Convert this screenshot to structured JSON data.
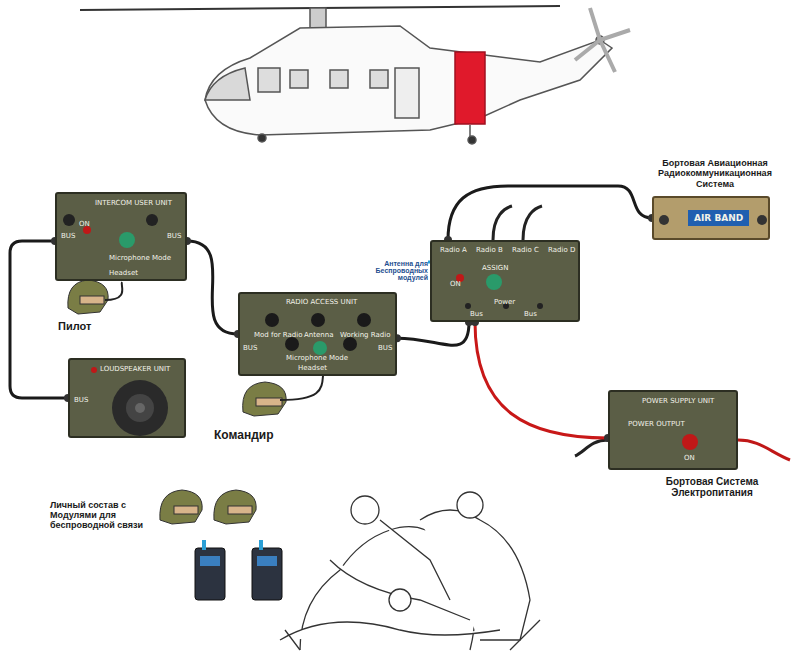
{
  "diagram": {
    "nodes": [
      {
        "text": [
          "INTERCOM USER UNIT",
          "ON",
          "Microphone Mode",
          "Headset",
          "BUS",
          "BUS"
        ]
      },
      {
        "text": [
          "LOUDSPEAKER UNIT",
          "BUS"
        ]
      },
      {
        "text": [
          "RADIO ACCESS UNIT",
          "Mod for Radio",
          "Antenna",
          "Working Radio",
          "Microphone Mode",
          "Headset",
          "BUS",
          "BUS"
        ]
      },
      {
        "text": [
          "Radio A",
          "Radio B",
          "Radio C",
          "Radio D",
          "ON",
          "ASSIGN",
          "Power",
          "Bus",
          "Bus"
        ]
      },
      {
        "text": [
          "POWER SUPPLY UNIT",
          "POWER OUTPUT",
          "ON"
        ]
      },
      {
        "text": [
          "Бортовая Авиационная Радиокоммуникационная Система",
          "AIR BAND"
        ]
      }
    ],
    "edges": [
      {
        "from": 0,
        "to": 2,
        "arrow": "none"
      },
      {
        "from": 0,
        "to": 1,
        "arrow": "none"
      },
      {
        "from": 2,
        "to": 3,
        "arrow": "none"
      },
      {
        "from": 3,
        "to": 5,
        "arrow": "none"
      },
      {
        "from": 3,
        "to": 4,
        "arrow": "none"
      }
    ],
    "labels": [
      "Пилот",
      "Командир",
      "Антенна для Беспроводных модулей",
      "Бортовая Система Электропитания",
      "Личный состав с Модулями для беспроводной связи"
    ]
  }
}
